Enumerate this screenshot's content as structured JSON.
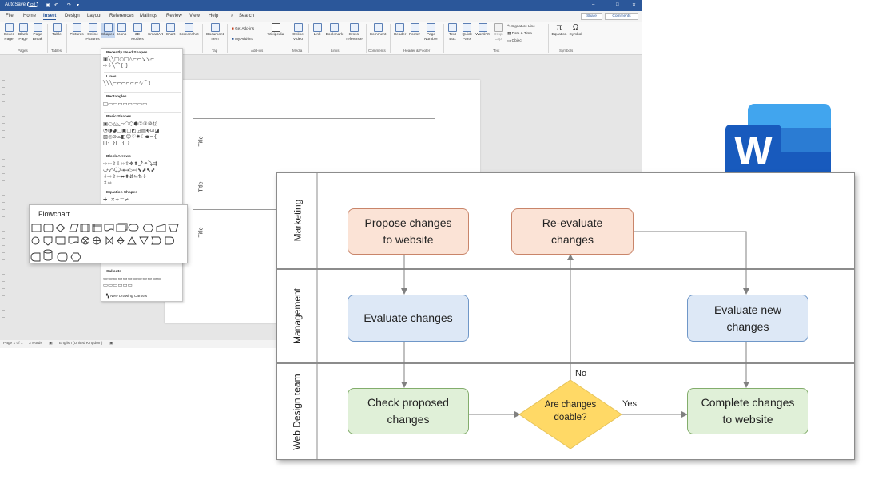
{
  "word": {
    "title_bar": {
      "autosave": "AutoSave",
      "autosave_state": "Off"
    },
    "tabs": [
      "File",
      "Home",
      "Insert",
      "Design",
      "Layout",
      "References",
      "Mailings",
      "Review",
      "View",
      "Help"
    ],
    "active_tab": "Insert",
    "search_label": "Search",
    "share_label": "Share",
    "comments_label": "Comments",
    "ribbon": {
      "cover_page": "Cover Page",
      "blank_page": "Blank Page",
      "page_break": "Page Break",
      "table": "Table",
      "pictures": "Pictures",
      "online_pictures": "Online Pictures",
      "shapes": "Shapes",
      "icons": "Icons",
      "models_3d": "3D Models",
      "smartart": "SmartArt",
      "chart": "Chart",
      "screenshot": "Screenshot",
      "document_item": "Document Item",
      "get_addins": "Get Add-ins",
      "my_addins": "My Add-ins",
      "wikipedia": "Wikipedia",
      "online_video": "Online Video",
      "link": "Link",
      "bookmark": "Bookmark",
      "cross_reference": "Cross-reference",
      "comment": "Comment",
      "header": "Header",
      "footer": "Footer",
      "page_number": "Page Number",
      "text_box": "Text Box",
      "quick_parts": "Quick Parts",
      "wordart": "WordArt",
      "drop_cap": "Drop Cap",
      "signature_line": "Signature Line",
      "date_time": "Date & Time",
      "object": "Object",
      "equation": "Equation",
      "symbol": "Symbol"
    },
    "groups": [
      "Pages",
      "Tables",
      "Tap",
      "Add-ins",
      "Media",
      "Links",
      "Comments",
      "Header & Footer",
      "Text",
      "Symbols"
    ],
    "status_bar": {
      "page": "Page 1 of 1",
      "words": "3 words",
      "language": "English (United Kingdom)"
    },
    "doc_lane_title": "Title"
  },
  "shapes_menu": {
    "sections": [
      "Recently Used Shapes",
      "Lines",
      "Rectangles",
      "Basic Shapes",
      "Block Arrows",
      "Equation Shapes",
      "Callouts"
    ],
    "new_canvas": "New Drawing Canvas"
  },
  "flowchart_popup": {
    "title": "Flowchart"
  },
  "diagram": {
    "lanes": [
      "Marketing",
      "Management",
      "Web Design team"
    ],
    "nodes": {
      "propose": [
        "Propose changes",
        "to website"
      ],
      "reevaluate": [
        "Re-evaluate",
        "changes"
      ],
      "evaluate": [
        "Evaluate changes"
      ],
      "evaluate_new": [
        "Evaluate new",
        "changes"
      ],
      "check": [
        "Check proposed",
        "changes"
      ],
      "decision": [
        "Are changes",
        "doable?"
      ],
      "complete": [
        "Complete changes",
        "to website"
      ]
    },
    "edge_labels": {
      "no": "No",
      "yes": "Yes"
    },
    "colors": {
      "orange_fill": "#fbe3d6",
      "blue_fill": "#dde8f6",
      "green_fill": "#e0f0d8",
      "decision_fill": "#ffd966",
      "line": "#808080"
    }
  },
  "logo": {
    "letter": "W",
    "dark": "#185abd",
    "mid": "#2b7cd3",
    "light": "#41a5ee",
    "darkest": "#103f91"
  }
}
